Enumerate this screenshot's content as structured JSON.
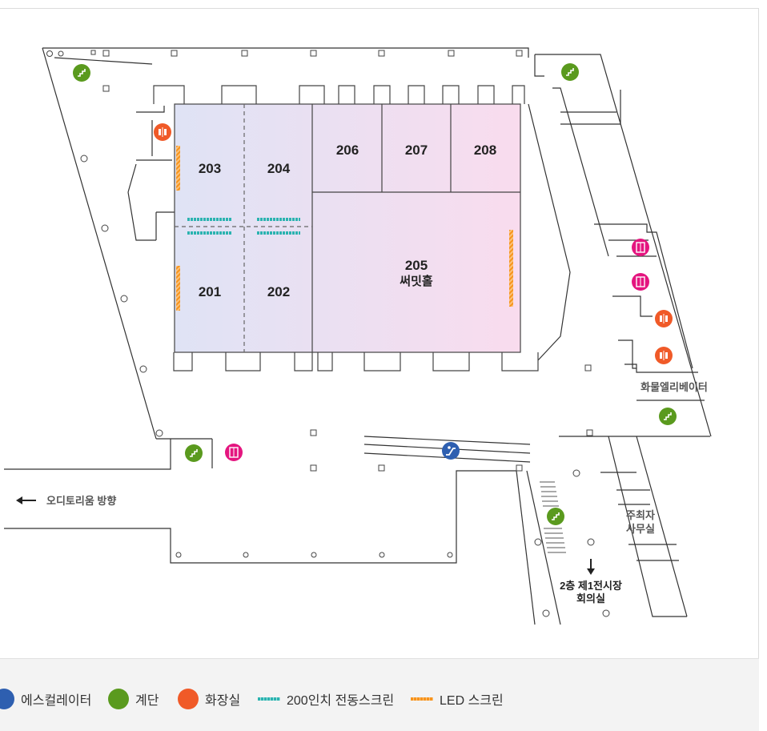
{
  "rooms": {
    "r201": "201",
    "r202": "202",
    "r203": "203",
    "r204": "204",
    "r205": "205",
    "r205_name": "써밋홀",
    "r206": "206",
    "r207": "207",
    "r208": "208"
  },
  "labels": {
    "freight_elevator": "화물엘리베이터",
    "organizer_office_line1": "주최자",
    "organizer_office_line2": "사무실",
    "auditorium_direction": "오디토리움 방향",
    "hall_line1": "2층 제1전시장",
    "hall_line2": "회의실"
  },
  "legend": {
    "escalator": "에스컬레이터",
    "stairs": "계단",
    "restroom": "화장실",
    "screen_200": "200인치 전동스크린",
    "led_screen": "LED 스크린"
  },
  "colors": {
    "stairs": "#5a9a1e",
    "restroom": "#f05a28",
    "elevator": "#e4157f",
    "escalator": "#2e5fb0",
    "screen_200": "#2bb3b0",
    "led_screen": "#f7941d",
    "room_left": "#dfe3f5",
    "room_right": "#f9dcee"
  }
}
